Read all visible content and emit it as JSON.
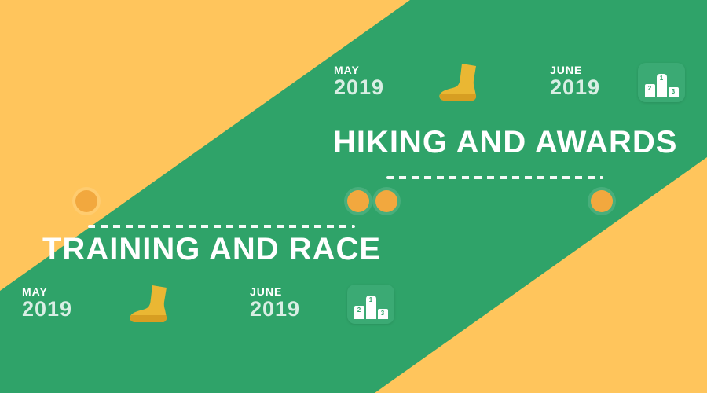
{
  "colors": {
    "green": "#2FA369",
    "yellow": "#FFC55C",
    "dot": "#F2A83E",
    "boot": "#EAB733",
    "boot-sole": "#D79E22",
    "podium-bg": "#3BAA74"
  },
  "top_block": {
    "heading": "HIKING AND AWARDS",
    "milestones": [
      {
        "month": "MAY",
        "year": "2019",
        "icon": "boot-icon"
      },
      {
        "month": "JUNE",
        "year": "2019",
        "icon": "podium-icon"
      }
    ]
  },
  "bottom_block": {
    "heading": "TRAINING AND RACE",
    "milestones": [
      {
        "month": "MAY",
        "year": "2019",
        "icon": "boot-icon"
      },
      {
        "month": "JUNE",
        "year": "2019",
        "icon": "podium-icon"
      }
    ]
  },
  "podium": {
    "first": "1",
    "second": "2",
    "third": "3"
  },
  "timeline": {
    "dot_count": 4
  }
}
